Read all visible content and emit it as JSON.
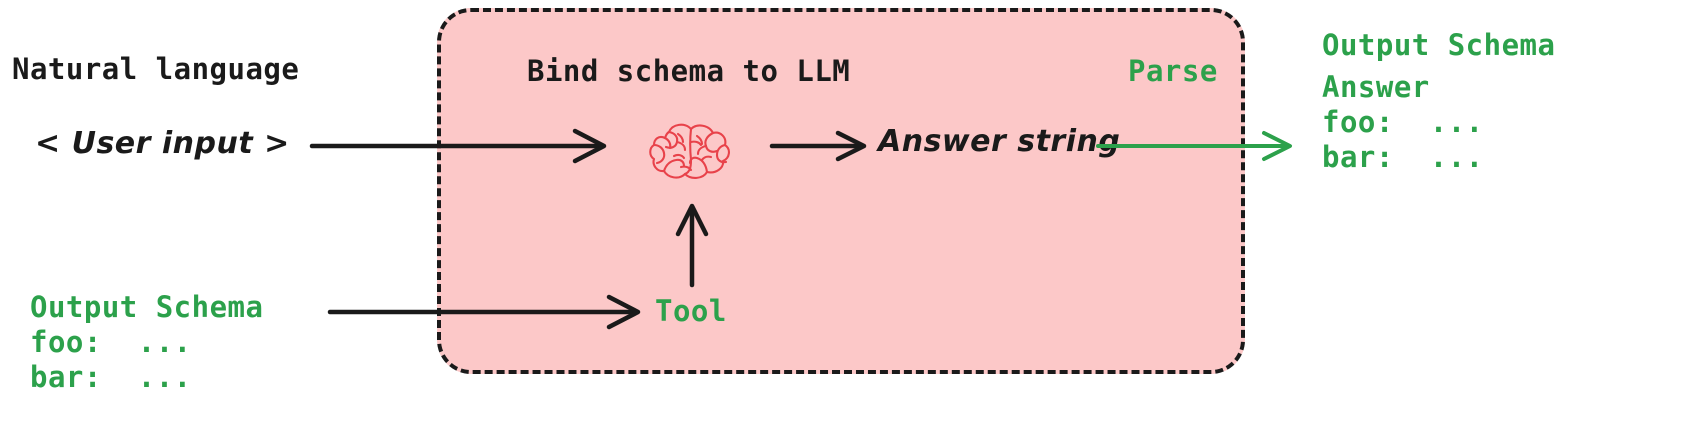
{
  "diagram": {
    "title": "LLM structured output with tool binding",
    "colors": {
      "box_fill": "#fcc8c8",
      "box_border": "#1a1a1a",
      "accent_green": "#2ca14b",
      "brain_red": "#e8424a",
      "ink": "#1a1a1a",
      "background": "#ffffff"
    }
  },
  "left": {
    "heading": "Natural language",
    "user_input": "< User input >",
    "schema": {
      "title": "Output Schema",
      "fields": "foo:  ...\nbar:  ..."
    }
  },
  "box": {
    "bind_label": "Bind schema to LLM",
    "parse_label": "Parse",
    "answer_string": "Answer string",
    "tool_label": "Tool",
    "brain_icon": "brain-icon"
  },
  "right": {
    "schema_title": "Output Schema",
    "answer": "Answer",
    "fields": "foo:  ...\nbar:  ..."
  },
  "arrows": [
    {
      "name": "input-to-llm-arrow",
      "color": "#1a1a1a"
    },
    {
      "name": "llm-to-answer-arrow",
      "color": "#1a1a1a"
    },
    {
      "name": "schema-to-tool-arrow",
      "color": "#1a1a1a"
    },
    {
      "name": "tool-to-llm-arrow",
      "color": "#1a1a1a"
    },
    {
      "name": "parse-to-output-arrow",
      "color": "#2ca14b"
    }
  ]
}
